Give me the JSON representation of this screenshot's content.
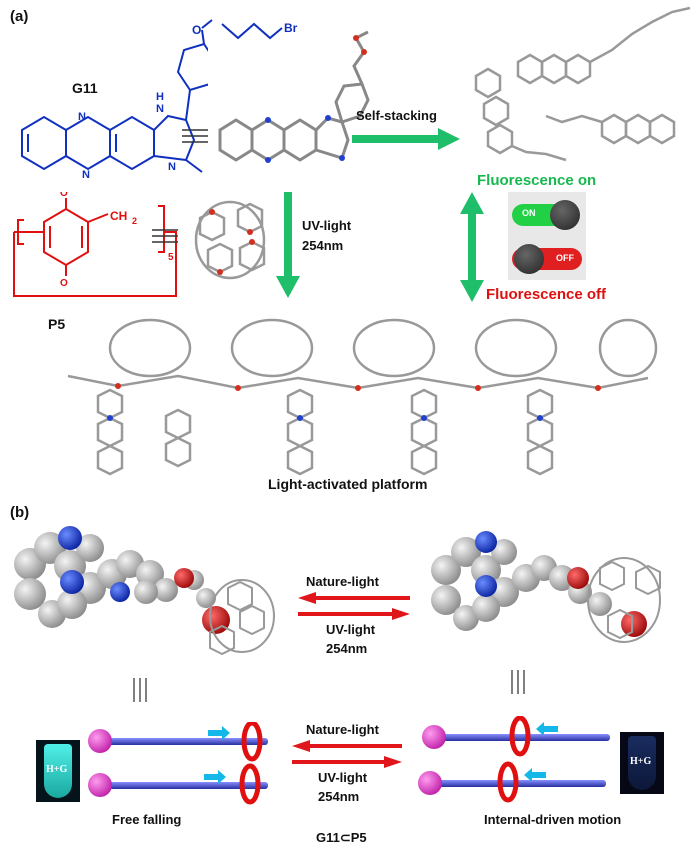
{
  "panels": {
    "a": "(a)",
    "b": "(b)"
  },
  "labels": {
    "compound": "G11",
    "host": "P5",
    "self_stacking": "Self-stacking",
    "uv_light": "UV-light",
    "wavelength": "254nm",
    "fluor_on": "Fluorescence on",
    "fluor_off": "Fluorescence off",
    "switch_on": "ON",
    "switch_off": "OFF",
    "platform": "Light-activated platform",
    "nature_light": "Nature-light",
    "free_falling": "Free falling",
    "internal_motion": "Internal-driven motion",
    "complex": "G11⊂P5",
    "vial": "H+G",
    "struct_br": "Br",
    "struct_o": "O",
    "struct_h": "H",
    "struct_n": "N",
    "struct_ch2": "CH",
    "struct_ch2_sub": "2",
    "struct_sub5": "5"
  },
  "colors": {
    "green": "#1fbe6a",
    "red": "#e0161b",
    "blue_struct": "#1030c0",
    "red_struct": "#e01010",
    "fluor_on": "#18b850",
    "fluor_off": "#e01010"
  }
}
